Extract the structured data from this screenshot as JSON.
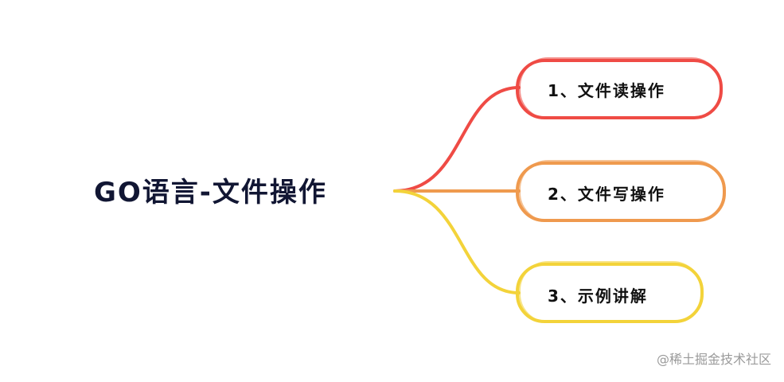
{
  "root": {
    "title": "GO语言-文件操作"
  },
  "branches": [
    {
      "label": "1、文件读操作",
      "color": "#ef4b45"
    },
    {
      "label": "2、文件写操作",
      "color": "#ef9a4e"
    },
    {
      "label": "3、示例讲解",
      "color": "#f3d33a"
    }
  ],
  "watermark": "@稀土掘金技术社区"
}
